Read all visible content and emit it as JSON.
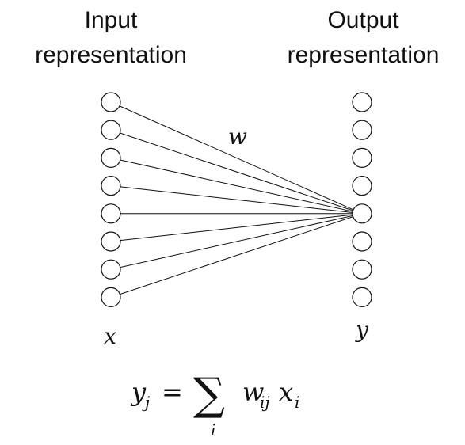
{
  "input_title": [
    "Input",
    "representation"
  ],
  "output_title": [
    "Output",
    "representation"
  ],
  "input_layer": {
    "node_count": 8,
    "variable": "x"
  },
  "output_layer": {
    "node_count": 8,
    "variable": "y",
    "target_node_index": 4
  },
  "weight_label": "w",
  "equation": {
    "lhs": "y",
    "lhs_sub": "j",
    "equals": "=",
    "sum_symbol": "∑",
    "sum_index": "i",
    "term1": "w",
    "term1_sub": "ij",
    "term2": "x",
    "term2_sub": "i"
  }
}
